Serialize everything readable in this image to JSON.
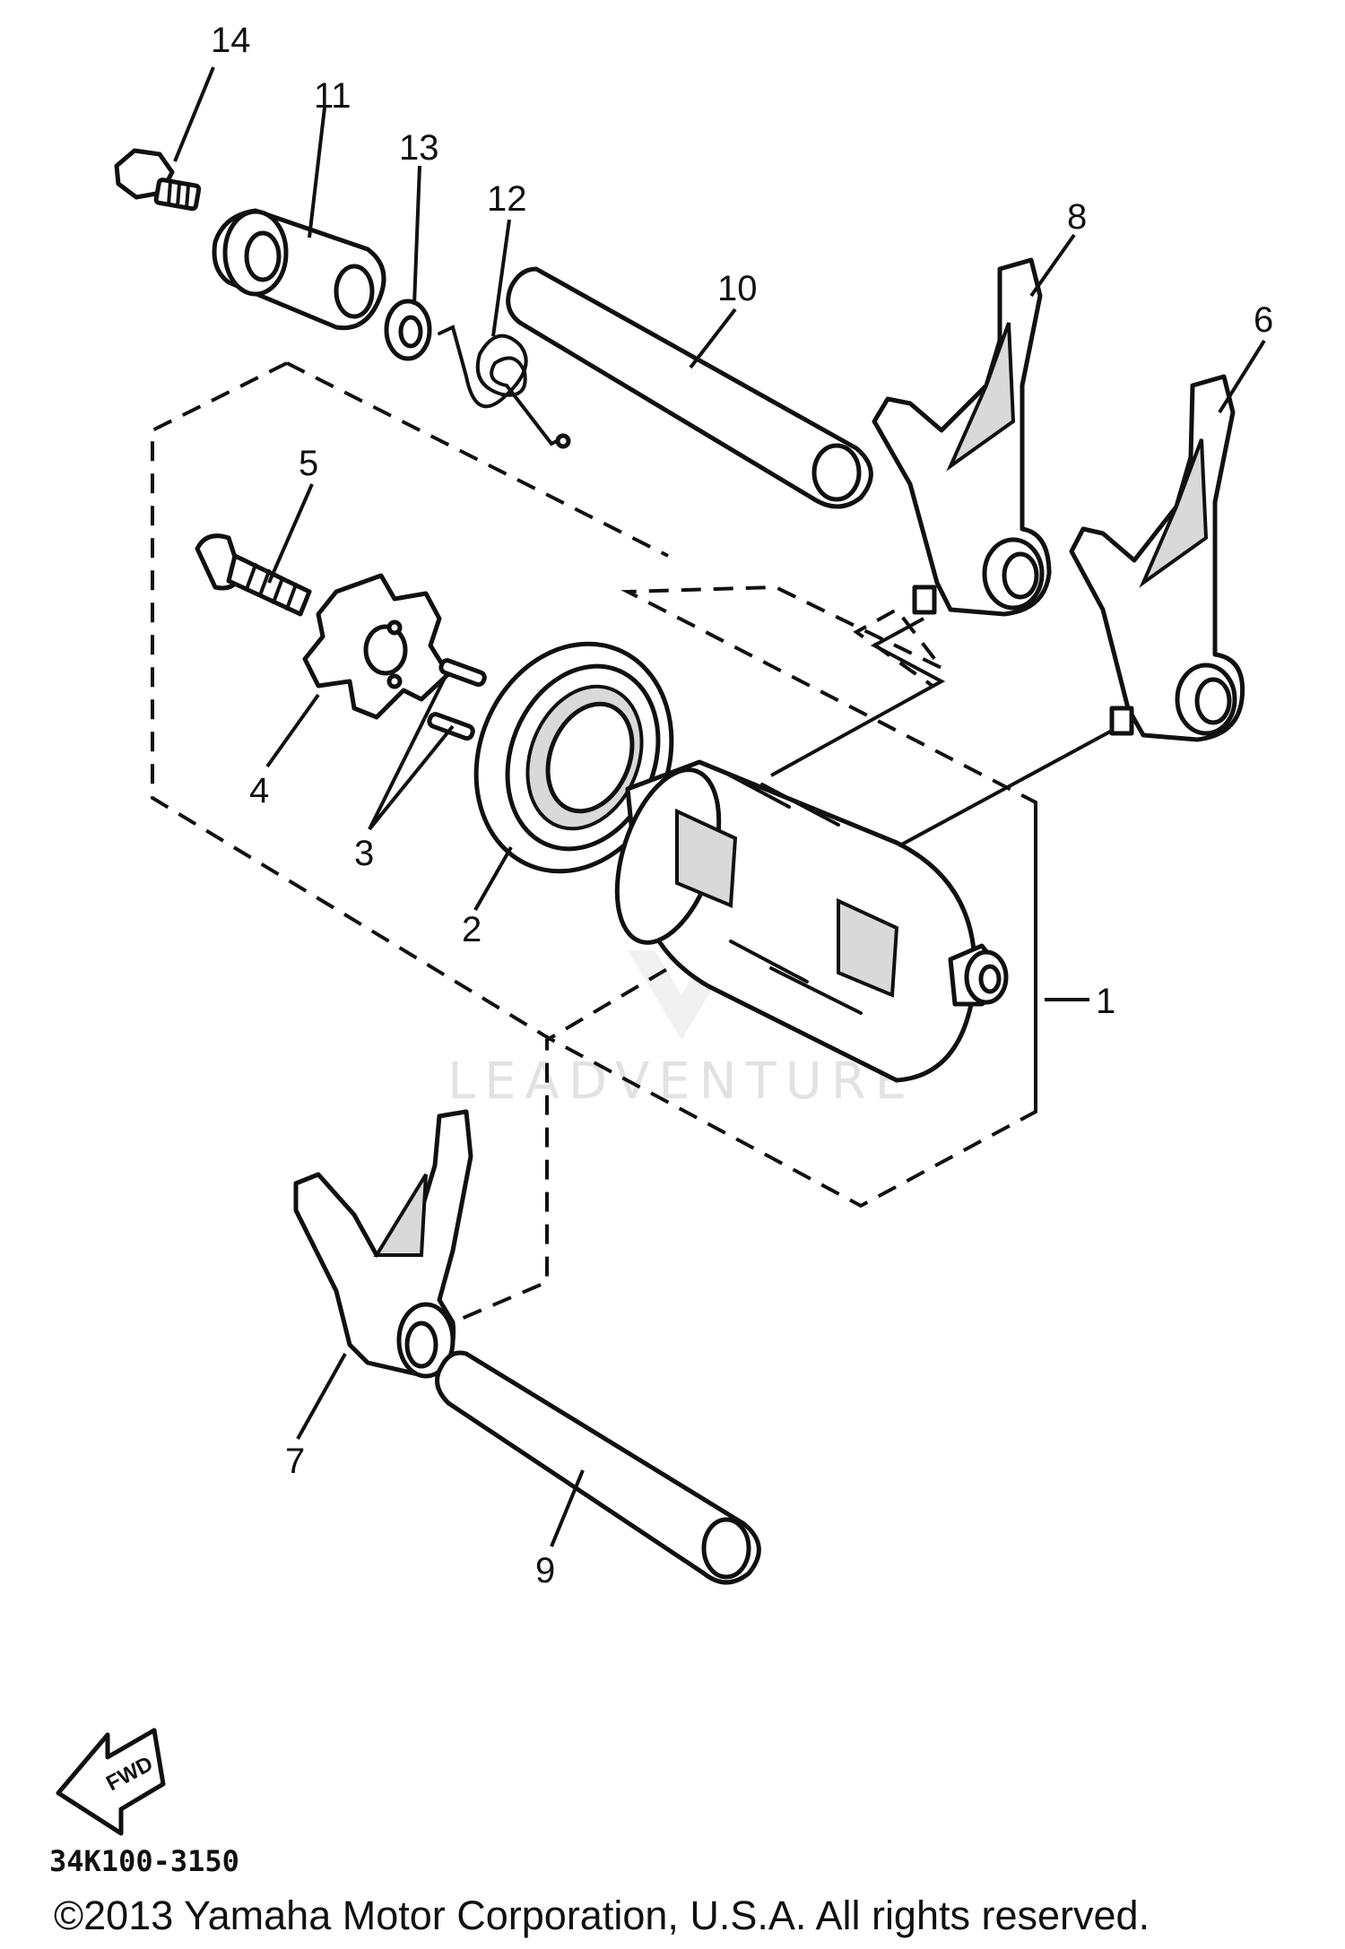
{
  "callouts": {
    "c1": "1",
    "c2": "2",
    "c3": "3",
    "c4": "4",
    "c5": "5",
    "c6": "6",
    "c7": "7",
    "c8": "8",
    "c9": "9",
    "c10": "10",
    "c11": "11",
    "c12": "12",
    "c13": "13",
    "c14": "14"
  },
  "watermark": "LEADVENTURE",
  "direction_arrow": "FWD",
  "diagram_code": "34K100-3150",
  "copyright": "©2013 Yamaha Motor Corporation, U.S.A. All rights reserved."
}
